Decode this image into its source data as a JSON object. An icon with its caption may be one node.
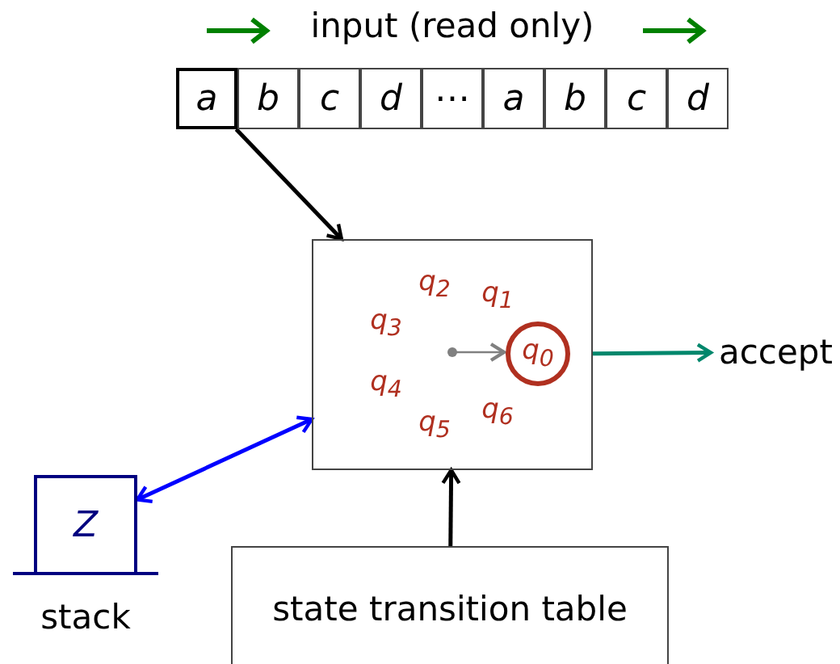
{
  "diagram": {
    "title": "input (read only)",
    "nodes": [
      {
        "text": [
          "a"
        ]
      },
      {
        "text": [
          "b"
        ]
      },
      {
        "text": [
          "c"
        ]
      },
      {
        "text": [
          "d"
        ]
      },
      {
        "text": [
          "⋯"
        ]
      },
      {
        "text": [
          "a"
        ]
      },
      {
        "text": [
          "b"
        ]
      },
      {
        "text": [
          "c"
        ]
      },
      {
        "text": [
          "d"
        ]
      },
      {
        "text": [
          "q$_{1}$",
          "q$_{2}$",
          "q$_{3}$",
          "q$_{4}$",
          "q$_{5}$",
          "q$_{6}$"
        ]
      },
      {
        "text": [
          "q$_{0}$"
        ],
        "in": 9
      },
      {
        "text": [
          "accept"
        ]
      },
      {
        "text": [
          "Z"
        ],
        "beside": [
          "stack"
        ]
      },
      {
        "text": [
          "state transition table"
        ]
      }
    ],
    "edges": [
      {
        "from": 0,
        "to": 9,
        "arrow": "to",
        "color": "#000000"
      },
      {
        "from": null,
        "to": 10,
        "arrow": "to",
        "color": "#808080"
      },
      {
        "from": 9,
        "to": 11,
        "arrow": "to",
        "color": "#00876c"
      },
      {
        "from": 12,
        "to": 9,
        "arrow": "both",
        "color": "#0000ff"
      },
      {
        "from": 13,
        "to": 9,
        "arrow": "to",
        "color": "#000000"
      }
    ]
  }
}
